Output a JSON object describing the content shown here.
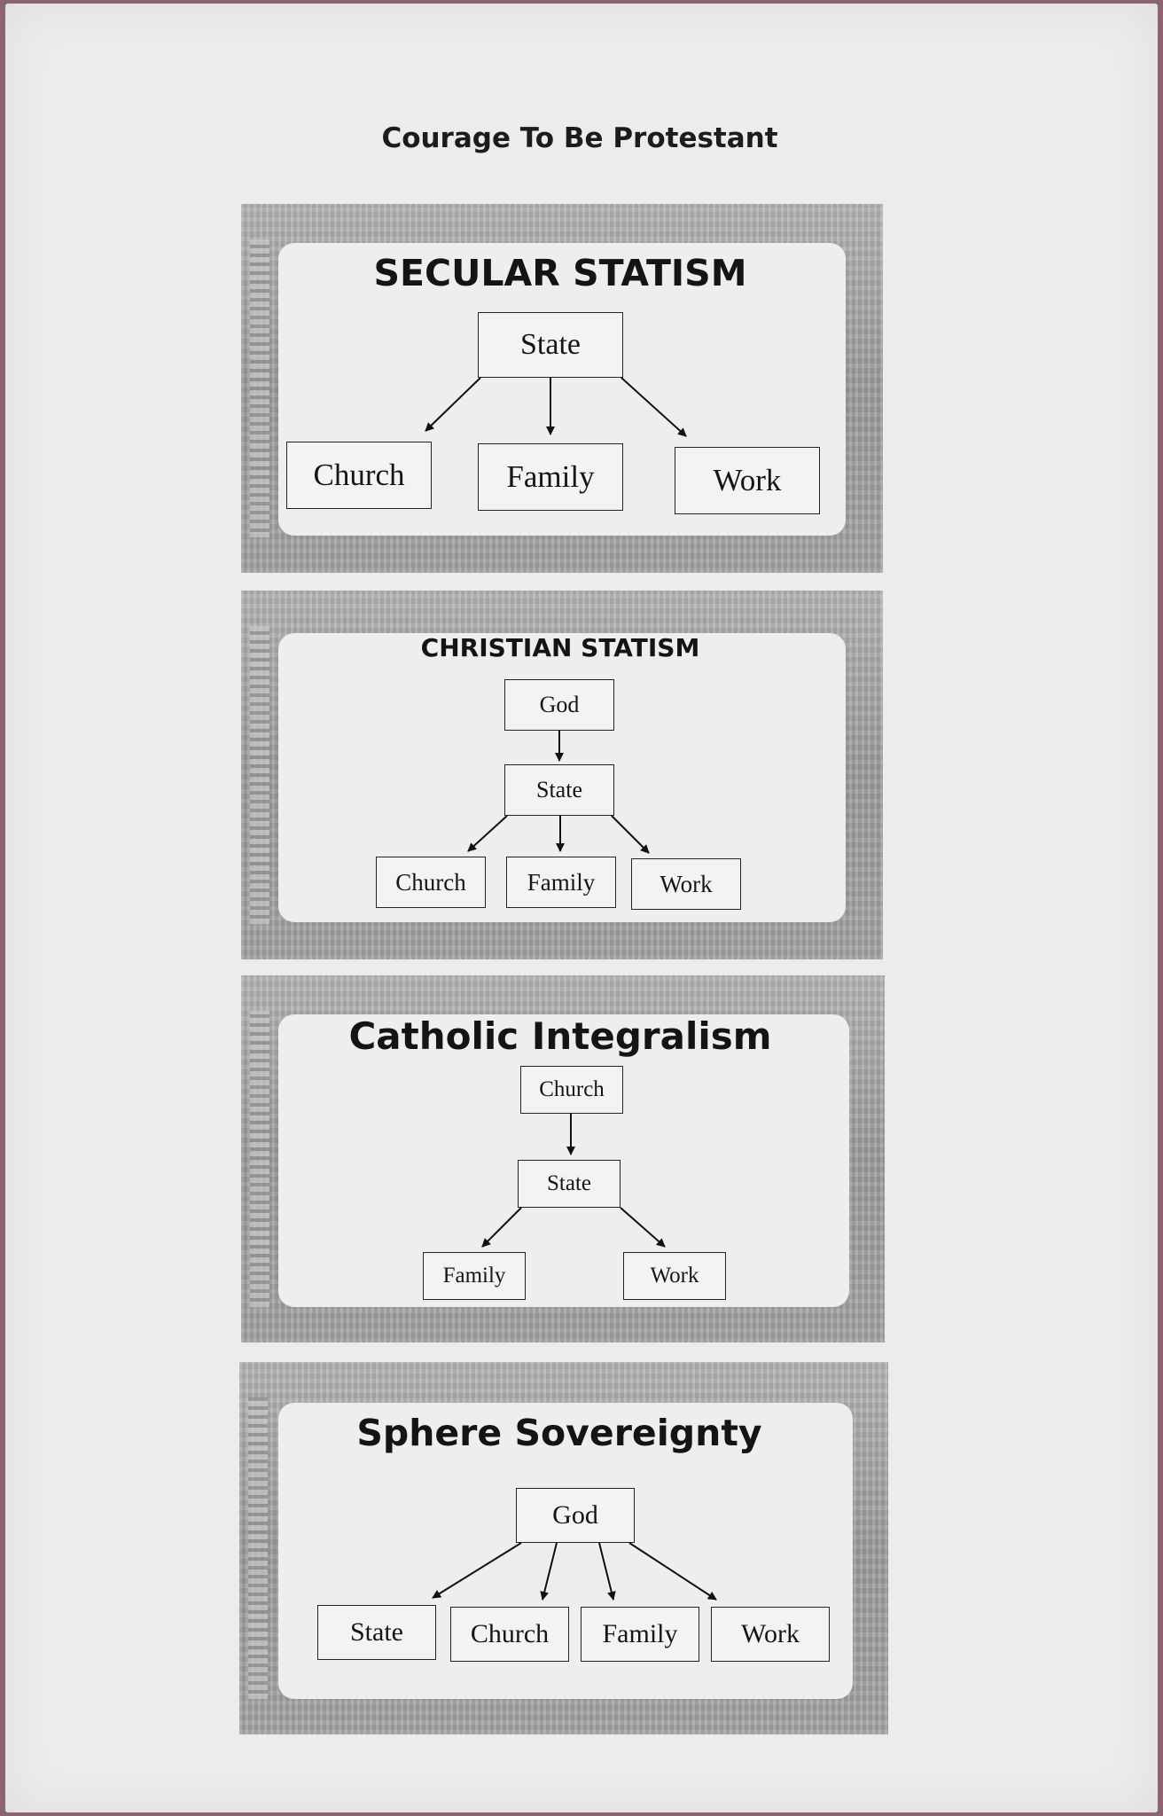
{
  "document": {
    "title": "Courage To Be Protestant"
  },
  "diagrams": [
    {
      "heading": "SECULAR STATISM",
      "nodes": {
        "state": "State",
        "church": "Church",
        "family": "Family",
        "work": "Work"
      }
    },
    {
      "heading": "CHRISTIAN STATISM",
      "nodes": {
        "god": "God",
        "state": "State",
        "church": "Church",
        "family": "Family",
        "work": "Work"
      }
    },
    {
      "heading": "Catholic Integralism",
      "nodes": {
        "church": "Church",
        "state": "State",
        "family": "Family",
        "work": "Work"
      }
    },
    {
      "heading": "Sphere Sovereignty",
      "nodes": {
        "god": "God",
        "state": "State",
        "church": "Church",
        "family": "Family",
        "work": "Work"
      }
    }
  ]
}
